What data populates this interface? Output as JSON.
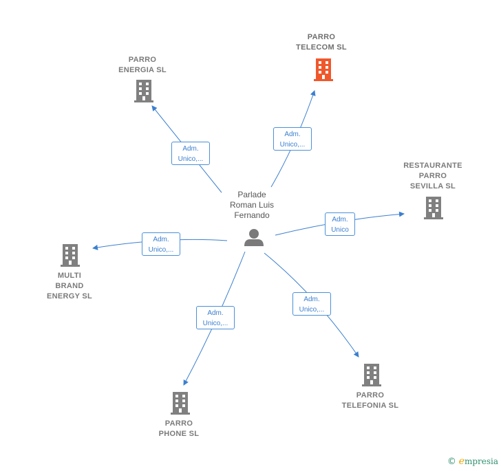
{
  "center": {
    "name": "Parlade\nRoman Luis\nFernando"
  },
  "companies": {
    "telecom": {
      "name": "PARRO\nTELECOM  SL",
      "color": "#f0582c"
    },
    "energia": {
      "name": "PARRO\nENERGIA  SL",
      "color": "#808080"
    },
    "restaurante": {
      "name": "RESTAURANTE\nPARRO\nSEVILLA SL",
      "color": "#808080"
    },
    "multibrand": {
      "name": "MULTI\nBRAND\nENERGY  SL",
      "color": "#808080"
    },
    "telefonia": {
      "name": "PARRO\nTELEFONIA  SL",
      "color": "#808080"
    },
    "phone": {
      "name": "PARRO\nPHONE  SL",
      "color": "#808080"
    }
  },
  "edges": {
    "energia": "Adm.\nUnico,...",
    "telecom": "Adm.\nUnico,...",
    "restaurante": "Adm.\nUnico",
    "multibrand": "Adm.\nUnico,...",
    "phone": "Adm.\nUnico,...",
    "telefonia": "Adm.\nUnico,..."
  },
  "colors": {
    "edge": "#3b7fcf",
    "person": "#7a7a7a"
  },
  "footer": {
    "copyright": "©",
    "brand_initial": "e",
    "brand_rest": "mpresia"
  }
}
